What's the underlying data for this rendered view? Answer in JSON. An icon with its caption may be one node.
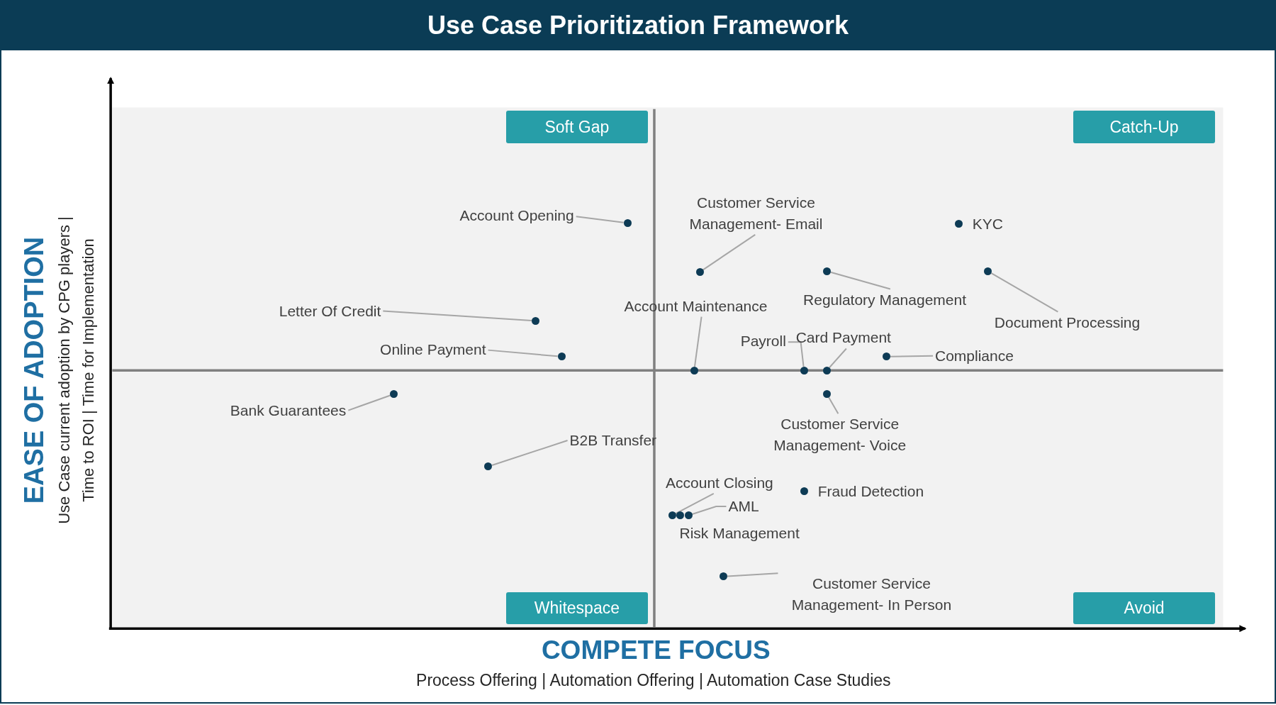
{
  "diagram": {
    "title": "Use Case Prioritization Framework",
    "nodes": [
      {
        "text": [
          "Soft Gap"
        ]
      },
      {
        "text": [
          "Catch-Up"
        ]
      },
      {
        "text": [
          "Account Opening"
        ]
      },
      {
        "text": [],
        "shape": "circle"
      },
      {
        "text": [
          "Customer Service Management- Email"
        ]
      },
      {
        "text": [],
        "shape": "circle"
      },
      {
        "text": [],
        "shape": "circle",
        "beside": [
          "KYC"
        ]
      },
      {
        "text": [],
        "shape": "circle"
      },
      {
        "text": [
          "Regulatory Management"
        ]
      },
      {
        "text": [],
        "shape": "circle"
      },
      {
        "text": [
          "Document Processing"
        ]
      },
      {
        "text": [
          "Letter Of Credit"
        ]
      },
      {
        "text": [],
        "shape": "circle"
      },
      {
        "text": [
          "Account Maintenance"
        ]
      },
      {
        "text": [],
        "shape": "circle"
      },
      {
        "text": [
          "Payroll"
        ]
      },
      {
        "text": [],
        "shape": "circle"
      },
      {
        "text": [
          "Card Payment"
        ]
      },
      {
        "text": [],
        "shape": "circle"
      },
      {
        "text": [
          "Online Payment"
        ]
      },
      {
        "text": [],
        "shape": "circle"
      },
      {
        "text": [
          "Compliance"
        ]
      },
      {
        "text": [],
        "shape": "circle"
      },
      {
        "text": [
          "Bank Guarantees"
        ]
      },
      {
        "text": [],
        "shape": "circle"
      },
      {
        "text": [],
        "shape": "circle"
      },
      {
        "text": [
          "Customer Service Management- Voice"
        ]
      },
      {
        "text": [
          "B2B Transfer"
        ]
      },
      {
        "text": [],
        "shape": "circle"
      },
      {
        "text": [
          "Account Closing"
        ]
      },
      {
        "text": [],
        "shape": "circle"
      },
      {
        "text": [],
        "shape": "circle",
        "beside": [
          "Risk Management"
        ]
      },
      {
        "text": [
          "AML"
        ]
      },
      {
        "text": [],
        "shape": "circle"
      },
      {
        "text": [],
        "shape": "circle",
        "beside": [
          "Fraud Detection"
        ]
      },
      {
        "text": [],
        "shape": "circle"
      },
      {
        "text": [
          "Customer Service Management- In Person"
        ]
      },
      {
        "text": [
          "Whitespace"
        ]
      },
      {
        "text": [
          "Avoid"
        ]
      }
    ],
    "edges": [
      {
        "from": 2,
        "to": 3,
        "arrow": "none"
      },
      {
        "from": 4,
        "to": 5,
        "arrow": "none"
      },
      {
        "from": 8,
        "to": 7,
        "arrow": "none"
      },
      {
        "from": 10,
        "to": 9,
        "arrow": "none"
      },
      {
        "from": 11,
        "to": 12,
        "arrow": "none"
      },
      {
        "from": 13,
        "to": 14,
        "arrow": "none"
      },
      {
        "from": 15,
        "to": 16,
        "arrow": "none"
      },
      {
        "from": 17,
        "to": 18,
        "arrow": "none"
      },
      {
        "from": 19,
        "to": 20,
        "arrow": "none"
      },
      {
        "from": 21,
        "to": 22,
        "arrow": "none"
      },
      {
        "from": 23,
        "to": 24,
        "arrow": "none"
      },
      {
        "from": 26,
        "to": 25,
        "arrow": "none"
      },
      {
        "from": 27,
        "to": 28,
        "arrow": "none"
      },
      {
        "from": 29,
        "to": 30,
        "arrow": "none"
      },
      {
        "from": 32,
        "to": 33,
        "arrow": "none"
      },
      {
        "from": 36,
        "to": 35,
        "arrow": "none"
      }
    ],
    "labels": [
      "EASE OF ADOPTION",
      "Use Case current adoption by CPG players | Time to ROI | Time for Implementation",
      "COMPETE FOCUS",
      "Process Offering | Automation Offering | Automation Case Studies"
    ]
  }
}
